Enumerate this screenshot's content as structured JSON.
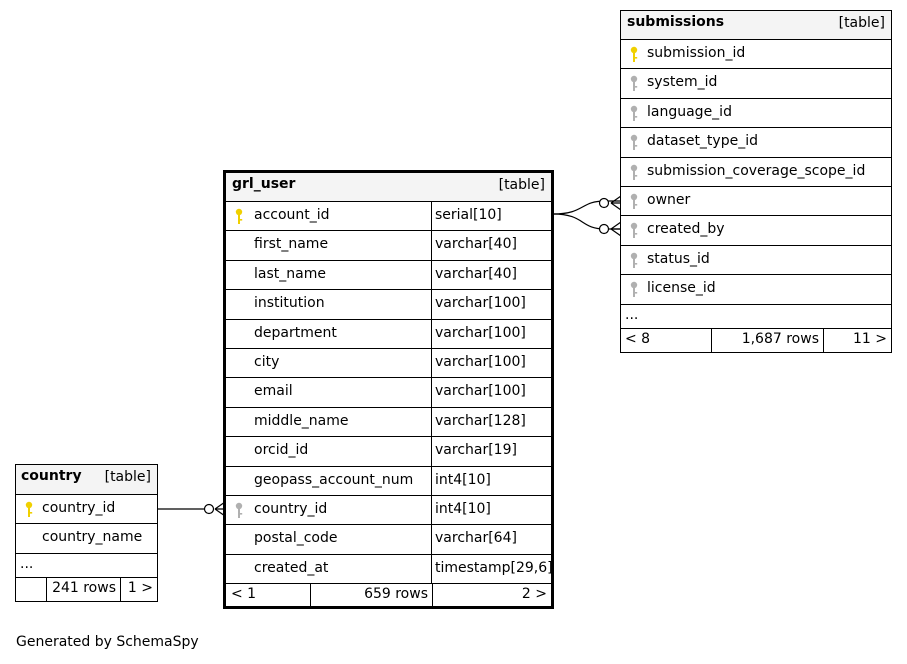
{
  "tables": {
    "submissions": {
      "name": "submissions",
      "type": "[table]",
      "columns": [
        {
          "name": "submission_id",
          "key": "primary-key-icon"
        },
        {
          "name": "system_id",
          "key": "foreign-key-icon"
        },
        {
          "name": "language_id",
          "key": "foreign-key-icon"
        },
        {
          "name": "dataset_type_id",
          "key": "foreign-key-icon"
        },
        {
          "name": "submission_coverage_scope_id",
          "key": "foreign-key-icon"
        },
        {
          "name": "owner",
          "key": "foreign-key-icon"
        },
        {
          "name": "created_by",
          "key": "foreign-key-icon"
        },
        {
          "name": "status_id",
          "key": "foreign-key-icon"
        },
        {
          "name": "license_id",
          "key": "foreign-key-icon"
        }
      ],
      "more": "...",
      "parents": "< 8",
      "rows": "1,687 rows",
      "children": "11 >"
    },
    "grl_user": {
      "name": "grl_user",
      "type": "[table]",
      "columns": [
        {
          "name": "account_id",
          "type": "serial[10]",
          "key": "primary-key-icon"
        },
        {
          "name": "first_name",
          "type": "varchar[40]",
          "key": ""
        },
        {
          "name": "last_name",
          "type": "varchar[40]",
          "key": ""
        },
        {
          "name": "institution",
          "type": "varchar[100]",
          "key": ""
        },
        {
          "name": "department",
          "type": "varchar[100]",
          "key": ""
        },
        {
          "name": "city",
          "type": "varchar[100]",
          "key": ""
        },
        {
          "name": "email",
          "type": "varchar[100]",
          "key": ""
        },
        {
          "name": "middle_name",
          "type": "varchar[128]",
          "key": ""
        },
        {
          "name": "orcid_id",
          "type": "varchar[19]",
          "key": ""
        },
        {
          "name": "geopass_account_num",
          "type": "int4[10]",
          "key": ""
        },
        {
          "name": "country_id",
          "type": "int4[10]",
          "key": "foreign-key-icon"
        },
        {
          "name": "postal_code",
          "type": "varchar[64]",
          "key": ""
        },
        {
          "name": "created_at",
          "type": "timestamp[29,6]",
          "key": ""
        }
      ],
      "parents": "< 1",
      "rows": "659 rows",
      "children": "2 >"
    },
    "country": {
      "name": "country",
      "type": "[table]",
      "columns": [
        {
          "name": "country_id",
          "key": "primary-key-icon"
        },
        {
          "name": "country_name",
          "key": ""
        }
      ],
      "more": "...",
      "parents": "",
      "rows": "241 rows",
      "children": "1 >"
    }
  },
  "colors": {
    "primary_key": "#f0d000",
    "foreign_key": "#b0b0b0",
    "header_bg": "#f4f4f4"
  },
  "footer_text": "Generated by SchemaSpy"
}
